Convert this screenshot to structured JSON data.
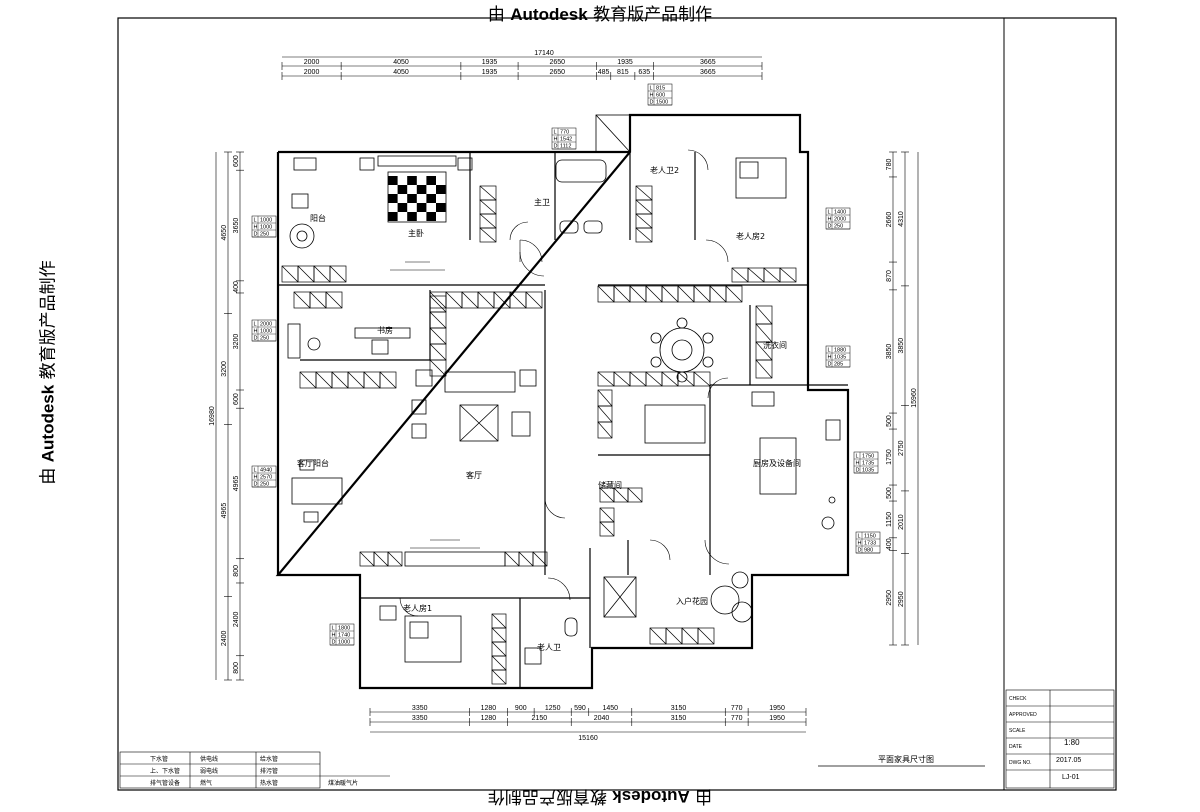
{
  "watermark": {
    "prefix": "由",
    "brand": "Autodesk",
    "suffix": "教育版产品制作"
  },
  "dimensions": {
    "top_total": "17140",
    "top_row1": [
      "2000",
      "4050",
      "1935",
      "2650",
      "1935",
      "3665"
    ],
    "top_row2": [
      "2000",
      "4050",
      "1935",
      "2650",
      "485",
      "815",
      "635",
      "3665"
    ],
    "bottom_total": "15160",
    "bottom_row1": [
      "3350",
      "1280",
      "900",
      "1250",
      "590",
      "1450",
      "3150",
      "770",
      "1950"
    ],
    "bottom_row2": [
      "3350",
      "1280",
      "2150",
      "2040",
      "3150",
      "770",
      "1950"
    ],
    "left_total": "16980",
    "left_col1": [
      "600",
      "3650",
      "400",
      "3200",
      "600",
      "4965",
      "800",
      "2400",
      "800"
    ],
    "left_col2": [
      "4650",
      "3200",
      "4965",
      "2400"
    ],
    "right_total": "15960",
    "right_col1": [
      "780",
      "2660",
      "870",
      "3850",
      "500",
      "1750",
      "500",
      "1150",
      "400",
      "2950"
    ],
    "right_col2": [
      "4310",
      "3850",
      "2750",
      "2010",
      "2950"
    ]
  },
  "rooms": {
    "balcony_top": "阳台",
    "master_bedroom": "主卧",
    "master_bath": "主卫",
    "elder_bath_2": "老人卫2",
    "elder_room_2": "老人房2",
    "study": "书房",
    "laundry": "洗衣间",
    "living_balcony": "客厅阳台",
    "living_room": "客厅",
    "kitchen": "厨房及设备间",
    "storage": "储藏间",
    "entry_garden": "入户花园",
    "elder_room_1": "老人房1",
    "elder_bath": "老人卫"
  },
  "elevation_tags": {
    "tag_top": [
      "815",
      "600",
      "1500"
    ],
    "tag_bath": [
      "770",
      "1542",
      "1112"
    ],
    "tag_balcony": [
      "1000",
      "1000",
      "250"
    ],
    "tag_study": [
      "2000",
      "1000",
      "250"
    ],
    "tag_elder2": [
      "1400",
      "2000",
      "250"
    ],
    "tag_laundry": [
      "1880",
      "1035",
      "285"
    ],
    "tag_living": [
      "4940",
      "2570",
      "250"
    ],
    "tag_kitchen": [
      "1750",
      "1735",
      "1035"
    ],
    "tag_kitchen2": [
      "1150",
      "1733",
      "980"
    ],
    "tag_elder1": [
      "1800",
      "1740",
      "1000"
    ],
    "tag_prefixes": [
      "L",
      "H",
      "D"
    ]
  },
  "legend": {
    "rows": [
      [
        "下水管",
        "供电线",
        "给水管"
      ],
      [
        "上、下水管",
        "弱电线",
        "排污管"
      ],
      [
        "排气管设备",
        "燃气",
        "热水管"
      ]
    ],
    "extra": "煤油暖气片"
  },
  "drawing_title": "平面家具尺寸图",
  "title_block": {
    "labels": [
      "CHECK",
      "APPROVED",
      "SCALE",
      "DATE",
      "DWG NO."
    ],
    "scale": "1:80",
    "date": "2017.05",
    "number": "LJ-01"
  }
}
